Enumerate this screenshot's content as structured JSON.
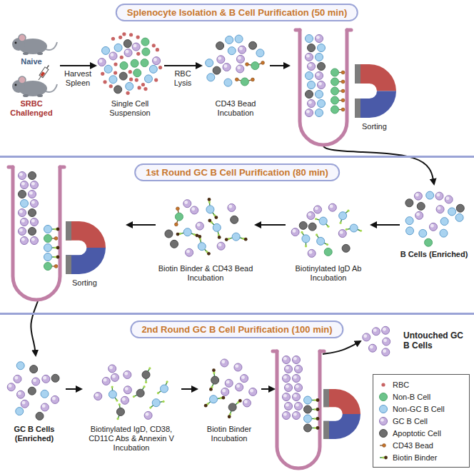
{
  "diagram": {
    "nodes": [
      {
        "text": [
          "Splenocyte Isolation & B Cell Purification (50 min)"
        ]
      },
      {
        "text": [
          "1st Round GC B Cell Purification (80 min)"
        ]
      },
      {
        "text": [
          "2nd Round GC B Cell Purification (100 min)"
        ]
      },
      {
        "text": [
          "Naive",
          "SRBC Challenged"
        ],
        "in": 0
      },
      {
        "text": [
          "Single Cell Suspension"
        ],
        "in": 0
      },
      {
        "text": [
          "CD43 Bead Incubation"
        ],
        "in": 0
      },
      {
        "text": [
          "Sorting"
        ],
        "in": 0
      },
      {
        "text": [
          "B Cells (Enriched)"
        ],
        "in": 1
      },
      {
        "text": [
          "Biotinylated IgD Ab Incubation"
        ],
        "in": 1
      },
      {
        "text": [
          "Biotin Binder & CD43 Bead Incubation"
        ],
        "in": 1
      },
      {
        "text": [
          "Sorting"
        ],
        "in": 1
      },
      {
        "text": [
          "GC B Cells (Enriched)"
        ],
        "in": 2
      },
      {
        "text": [
          "Biotinylated IgD, CD38, CD11C Abs & Annexin V Incubation"
        ],
        "in": 2
      },
      {
        "text": [
          "Biotin Binder Incubation"
        ],
        "in": 2
      },
      {
        "text": [
          "Untouched GC B Cells"
        ],
        "in": 2
      }
    ],
    "edges": [
      {
        "from": 3,
        "to": 4,
        "arrow": "to",
        "label": "Harvest Spleen"
      },
      {
        "from": 4,
        "to": 5,
        "arrow": "to",
        "label": "RBC Lysis"
      },
      {
        "from": 5,
        "to": 6,
        "arrow": "to"
      },
      {
        "from": 6,
        "to": 7,
        "arrow": "to"
      },
      {
        "from": 7,
        "to": 8,
        "arrow": "to"
      },
      {
        "from": 8,
        "to": 9,
        "arrow": "to"
      },
      {
        "from": 9,
        "to": 10,
        "arrow": "to"
      },
      {
        "from": 10,
        "to": 11,
        "arrow": "to"
      },
      {
        "from": 11,
        "to": 12,
        "arrow": "to"
      },
      {
        "from": 12,
        "to": 13,
        "arrow": "to"
      }
    ],
    "legend": [
      {
        "text": "RBC",
        "color": "#c86464"
      },
      {
        "text": "Non-B Cell",
        "color": "#6cc48a"
      },
      {
        "text": "Non-GC B Cell",
        "color": "#a9d3f0"
      },
      {
        "text": "GC B Cell",
        "color": "#c6b0de"
      },
      {
        "text": "Apoptotic Cell",
        "color": "#6e6e6e"
      },
      {
        "text": "CD43 Bead"
      },
      {
        "text": "Biotin Binder"
      }
    ]
  }
}
